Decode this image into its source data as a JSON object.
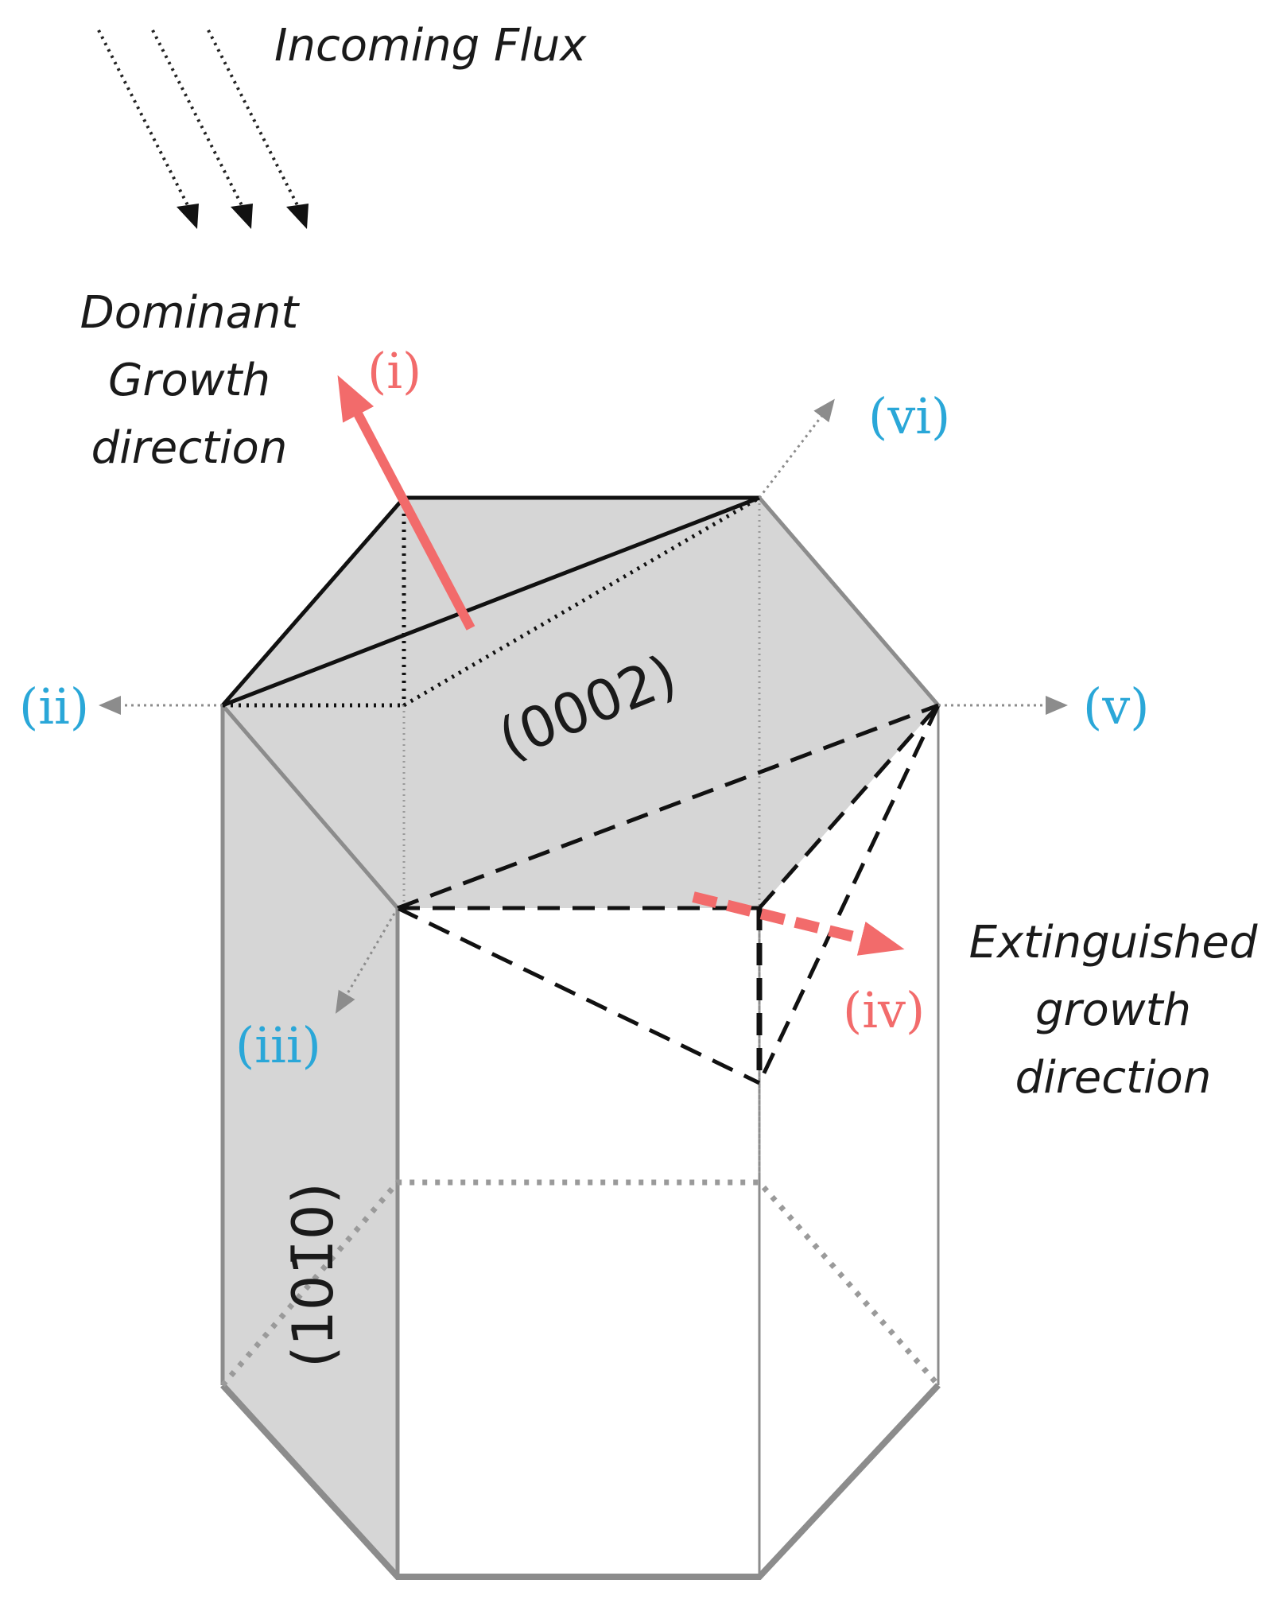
{
  "labels": {
    "incoming_flux": "Incoming Flux",
    "dominant": [
      "Dominant",
      "Growth",
      "direction"
    ],
    "extinguished": [
      "Extinguished",
      "growth",
      "direction"
    ],
    "face_basal": "(0002)",
    "face_prism": "(101̄0)"
  },
  "directions": {
    "i": "(i)",
    "ii": "(ii)",
    "iii": "(iii)",
    "iv": "(iv)",
    "v": "(v)",
    "vi": "(vi)"
  },
  "colors": {
    "red": "#f26b6b",
    "blue": "#2aa7d8",
    "face_gray": "#d6d6d6",
    "edge_gray": "#8c8c8c"
  }
}
